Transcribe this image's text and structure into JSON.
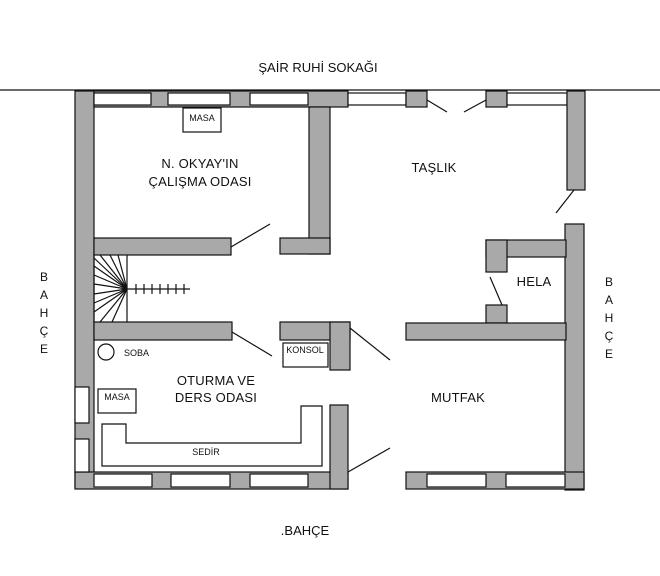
{
  "plan": {
    "street": "ŞAİR RUHİ SOKAĞI",
    "garden_bottom": ".BAHÇE",
    "garden_left": [
      "B",
      "A",
      "H",
      "Ç",
      "E"
    ],
    "garden_right": [
      "B",
      "A",
      "H",
      "Ç",
      "E"
    ],
    "rooms": {
      "study_line1": "N. OKYAY'IN",
      "study_line2": "ÇALIŞMA ODASI",
      "hall": "TAŞLIK",
      "wc": "HELA",
      "living_line1": "OTURMA VE",
      "living_line2": "DERS ODASI",
      "kitchen": "MUTFAK"
    },
    "furniture": {
      "desk_top": "MASA",
      "desk_left": "MASA",
      "stove": "SOBA",
      "console": "KONSOL",
      "sofa": "SEDİR"
    }
  }
}
